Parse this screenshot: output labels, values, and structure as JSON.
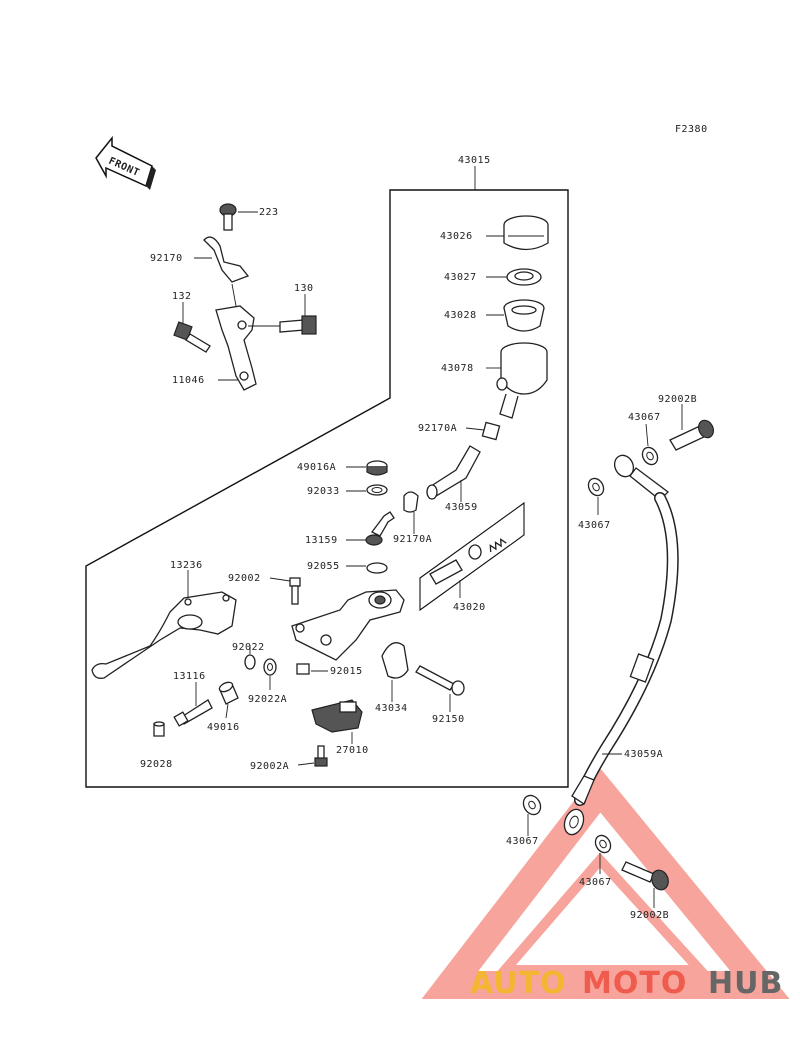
{
  "diagram": {
    "ref_code": "F2380",
    "front_label": "FRONT",
    "parts": {
      "p43015": "43015",
      "p43026": "43026",
      "p43027": "43027",
      "p43028": "43028",
      "p43078": "43078",
      "p92170A_top": "92170A",
      "p43059": "43059",
      "p49016A": "49016A",
      "p92033": "92033",
      "p13159": "13159",
      "p92170A_mid": "92170A",
      "p92055": "92055",
      "p43020": "43020",
      "p92002": "92002",
      "p13236": "13236",
      "p92022": "92022",
      "p92022A": "92022A",
      "p92015": "92015",
      "p13116": "13116",
      "p49016": "49016",
      "p43034": "43034",
      "p92150": "92150",
      "p27010": "27010",
      "p92028": "92028",
      "p92002A": "92002A",
      "p223": "223",
      "p92170": "92170",
      "p132": "132",
      "p130": "130",
      "p11046": "11046",
      "p43067_a": "43067",
      "p92002B_top": "92002B",
      "p43067_b": "43067",
      "p43059A": "43059A",
      "p43067_c": "43067",
      "p43067_d": "43067",
      "p92002B_bot": "92002B"
    }
  },
  "watermark": {
    "part1": "AUTO",
    "part2": "MOTO",
    "part3": "HUB",
    "colors": {
      "auto": "#f2b632",
      "moto": "#ef5b4c",
      "hub": "#666666"
    }
  }
}
